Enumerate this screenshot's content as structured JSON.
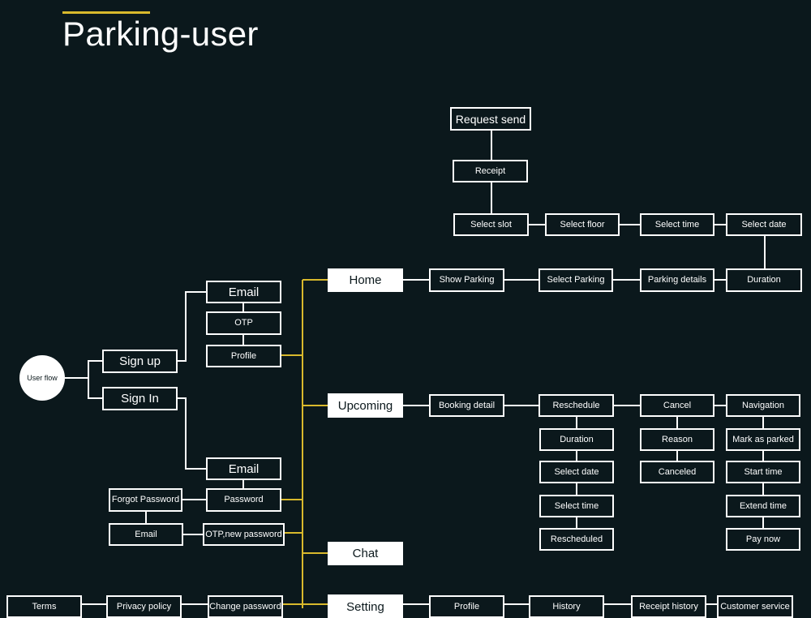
{
  "title": "Parking-user",
  "colors": {
    "background": "#0b181c",
    "accent": "#d9b92c",
    "box": "#ffffff"
  },
  "nodes": {
    "user_flow": "User flow",
    "sign_up": "Sign up",
    "sign_in": "Sign In",
    "su_email": "Email",
    "su_otp": "OTP",
    "su_profile": "Profile",
    "si_email": "Email",
    "si_password": "Password",
    "forgot_password": "Forgot Password",
    "fp_email": "Email",
    "otp_new_password": "OTP,new password",
    "home": "Home",
    "upcoming": "Upcoming",
    "chat": "Chat",
    "setting": "Setting",
    "show_parking": "Show Parking",
    "select_parking": "Select  Parking",
    "parking_details": "Parking details",
    "duration_home": "Duration",
    "select_date_home": "Select date",
    "select_time_home": "Select time",
    "select_floor": "Select floor",
    "select_slot": "Select slot",
    "receipt": "Receipt",
    "request_send": "Request send",
    "booking_detail": "Booking detail",
    "reschedule": "Reschedule",
    "r_duration": "Duration",
    "r_select_date": "Select date",
    "r_select_time": "Select time",
    "rescheduled": "Rescheduled",
    "cancel": "Cancel",
    "reason": "Reason",
    "canceled": "Canceled",
    "navigation": "Navigation",
    "mark_as_parked": "Mark as parked",
    "start_time": "Start time",
    "extend_time": "Extend time",
    "pay_now": "Pay now",
    "terms": "Terms",
    "privacy_policy": "Privacy policy",
    "change_password": "Change password",
    "profile_setting": "Profile",
    "history": "History",
    "receipt_history": "Receipt history",
    "customer_service": "Customer service"
  }
}
